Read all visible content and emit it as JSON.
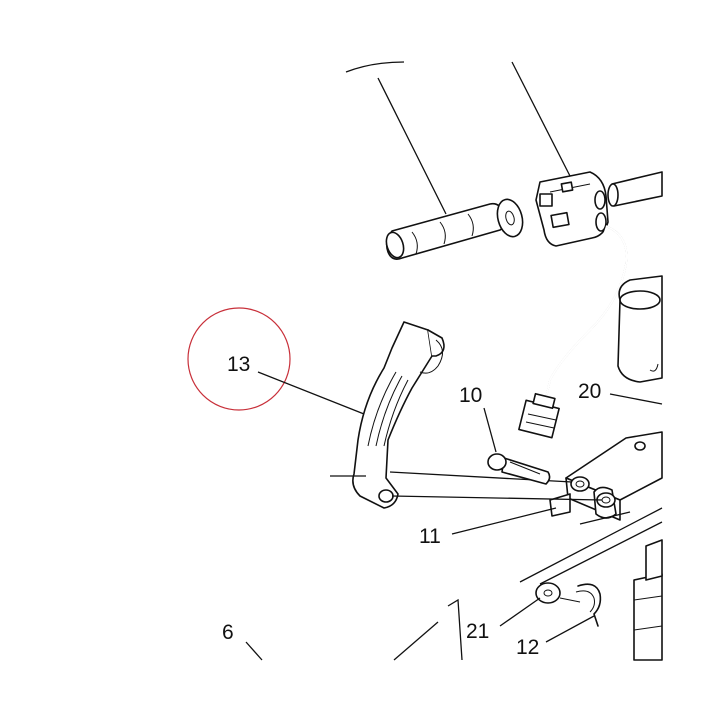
{
  "labels": {
    "l13": "13",
    "l10": "10",
    "l20": "20",
    "l11": "11",
    "l21": "21",
    "l12": "12",
    "l6": "6"
  },
  "colors": {
    "highlight_circle": "#c8303a",
    "line": "#111111"
  }
}
